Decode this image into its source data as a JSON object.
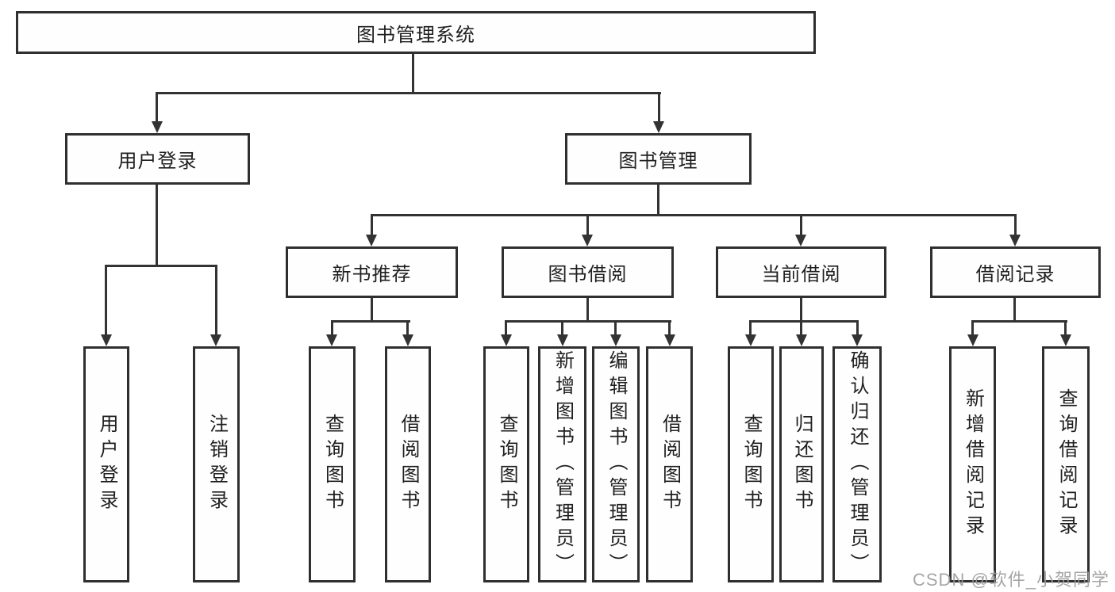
{
  "title": "图书管理系统",
  "nodes": {
    "root": "图书管理系统",
    "user_login": "用户登录",
    "book_management": "图书管理",
    "new_book_recommend": "新书推荐",
    "book_borrowing": "图书借阅",
    "current_borrowing": "当前借阅",
    "borrowing_records": "借阅记录"
  },
  "leaves": {
    "user_login": [
      "用户登录",
      "注销登录"
    ],
    "new_book_recommend": [
      "查询图书",
      "借阅图书"
    ],
    "book_borrowing": [
      "查询图书",
      "新增图书（管理员）",
      "编辑图书（管理员）",
      "借阅图书"
    ],
    "current_borrowing": [
      "查询图书",
      "归还图书",
      "确认归还（管理员）"
    ],
    "borrowing_records": [
      "新增借阅记录",
      "查询借阅记录"
    ]
  },
  "watermark": "CSDN @软件_小贺同学",
  "colors": {
    "line": "#333333",
    "text": "#1f1f1f",
    "watermark": "#9d9d9d",
    "background": "#ffffff"
  }
}
